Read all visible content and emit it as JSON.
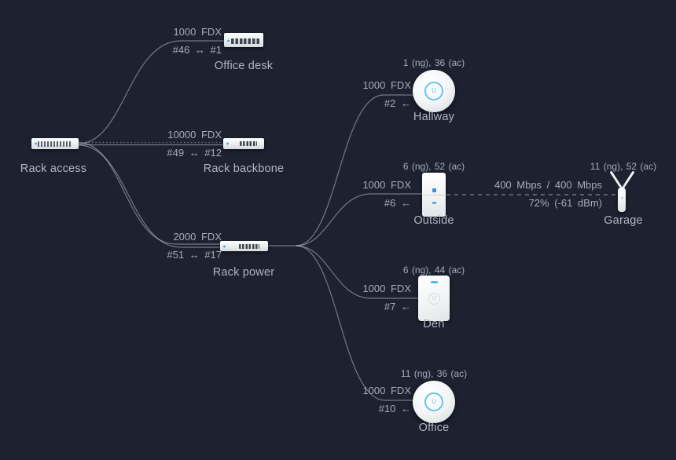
{
  "colors": {
    "background": "#1d2130",
    "line": "#c7ccd7",
    "text": "#a6adb9",
    "accent_blue": "#55bfea"
  },
  "icons": {
    "unifi_logo_glyph": "U"
  },
  "nodes": {
    "rack_access": {
      "label": "Rack access"
    },
    "office_desk": {
      "label": "Office desk",
      "speed": "1000 FDX",
      "ports": "#46 ↔ #1"
    },
    "rack_backbone": {
      "label": "Rack backbone",
      "speed": "10000 FDX",
      "ports": "#49 ↔ #12"
    },
    "rack_power": {
      "label": "Rack power",
      "speed": "2000 FDX",
      "ports": "#51 ↔ #17"
    },
    "hallway": {
      "label": "Hallway",
      "clients": "1 (ng), 36 (ac)",
      "speed": "1000 FDX",
      "ports": "#2 ←"
    },
    "outside": {
      "label": "Outside",
      "clients": "6 (ng), 52 (ac)",
      "speed": "1000 FDX",
      "ports": "#6 ←"
    },
    "garage": {
      "label": "Garage",
      "clients": "11 (ng), 52 (ac)",
      "wireless_rate": "400 Mbps / 400 Mbps",
      "wireless_quality": "72% (-61 dBm)"
    },
    "den": {
      "label": "Den",
      "clients": "6 (ng), 44 (ac)",
      "speed": "1000 FDX",
      "ports": "#7 ←"
    },
    "office": {
      "label": "Office",
      "clients": "11 (ng), 36 (ac)",
      "speed": "1000 FDX",
      "ports": "#10 ←"
    }
  }
}
